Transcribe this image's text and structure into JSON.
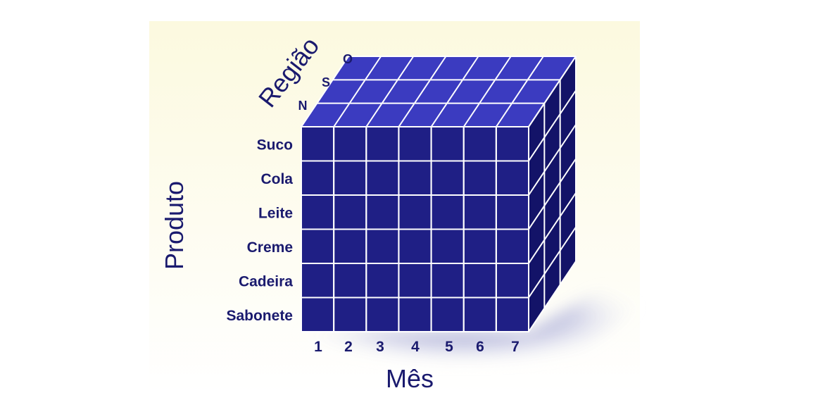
{
  "diagram": {
    "axes": {
      "region": {
        "label": "Região",
        "members": [
          "N",
          "S",
          "O"
        ]
      },
      "product": {
        "label": "Produto",
        "members": [
          "Suco",
          "Cola",
          "Leite",
          "Creme",
          "Cadeira",
          "Sabonete"
        ]
      },
      "month": {
        "label": "Mês",
        "members": [
          "1",
          "2",
          "3",
          "4",
          "5",
          "6",
          "7"
        ]
      }
    },
    "colors": {
      "background_panel": "#fdfbe6",
      "cube_front": "#1f1f85",
      "cube_top": "#3b3bc0",
      "cube_side": "#131368",
      "grid_lines": "#ffffff",
      "label_text": "#1a1a6e",
      "shadow": "#8f93c8"
    }
  }
}
